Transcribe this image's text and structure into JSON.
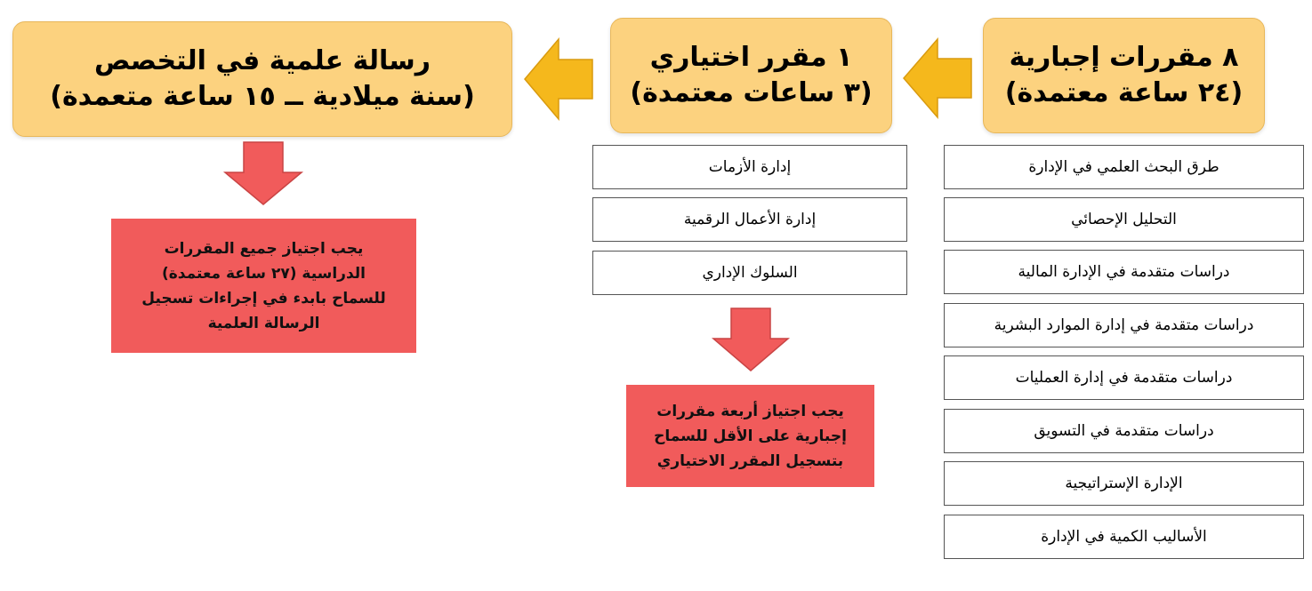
{
  "headers": {
    "mandatory": {
      "line1": "٨ مقررات إجبارية",
      "line2": "(٢٤ ساعة معتمدة)"
    },
    "elective": {
      "line1": "١ مقرر اختياري",
      "line2": "(٣ ساعات معتمدة)"
    },
    "thesis": {
      "line1": "رسالة علمية في التخصص",
      "line2": "(سنة ميلادية ــ ١٥ ساعة متعمدة)"
    }
  },
  "mandatory_courses": [
    "طرق البحث العلمي في الإدارة",
    "التحليل الإحصائي",
    "دراسات متقدمة في الإدارة المالية",
    "دراسات متقدمة في إدارة الموارد البشرية",
    "دراسات متقدمة في إدارة العمليات",
    "دراسات متقدمة في التسويق",
    "الإدارة الإستراتيجية",
    "الأساليب الكمية في الإدارة"
  ],
  "elective_courses": [
    "إدارة الأزمات",
    "إدارة الأعمال الرقمية",
    "السلوك الإداري"
  ],
  "notes": {
    "elective": [
      "يجب اجتياز أربعة مقررات",
      "إجبارية على الأقل للسماح",
      "بتسجيل المقرر الاختياري"
    ],
    "thesis": [
      "يجب اجتياز جميع المقررات",
      "الدراسية (٢٧ ساعة معتمدة)",
      "للسماح بابدء في إجراءات تسجيل",
      "الرسالة العلمية"
    ]
  },
  "colors": {
    "header_fill": "#fcd27f",
    "flow_arrow": "#f5b81c",
    "note_fill": "#f15b5b",
    "down_arrow": "#f15b5b"
  }
}
